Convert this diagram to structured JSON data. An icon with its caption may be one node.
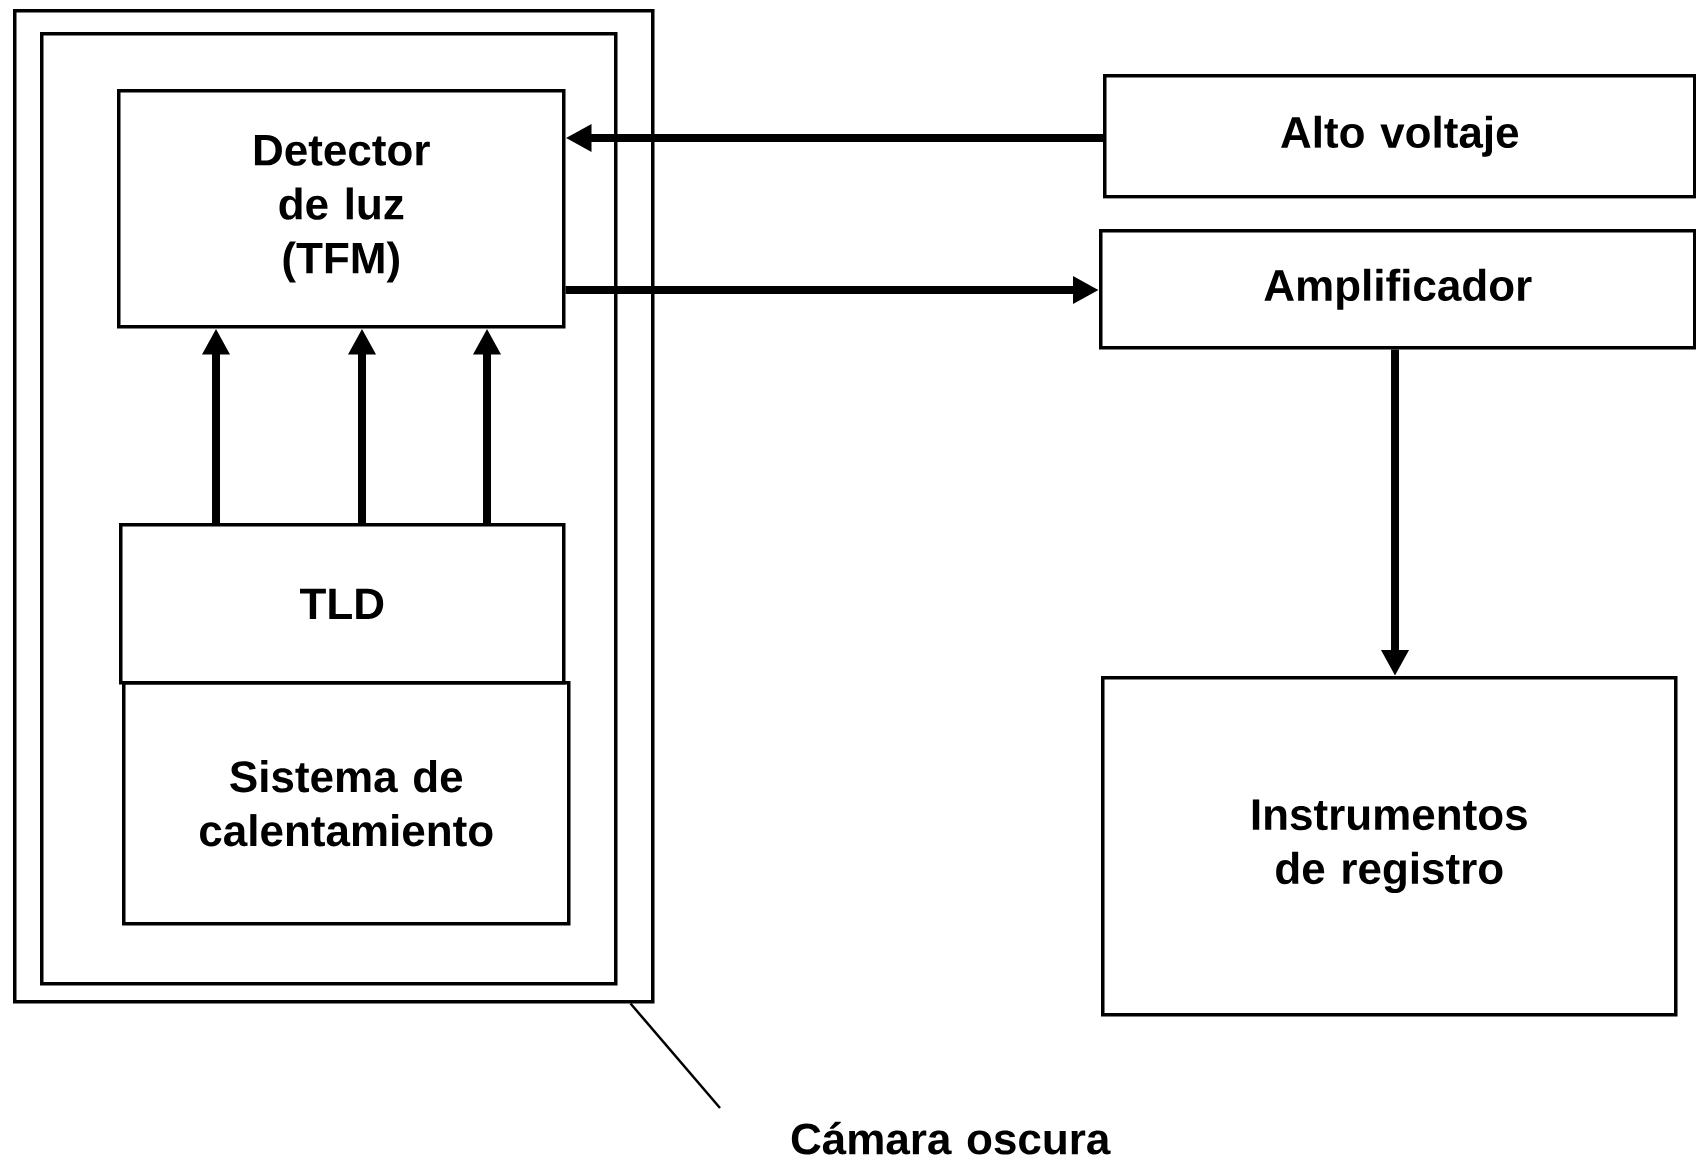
{
  "diagram": {
    "nodes": [
      {
        "text": [],
        "shape": "box"
      },
      {
        "text": [],
        "shape": "box",
        "in": 0
      },
      {
        "text": [
          "Detector de luz (TFM)"
        ],
        "in": 1
      },
      {
        "text": [
          "TLD"
        ],
        "in": 1
      },
      {
        "text": [
          "Sistema de calentamiento"
        ],
        "in": 1
      },
      {
        "text": [
          "Alto voltaje"
        ]
      },
      {
        "text": [
          "Amplificador"
        ]
      },
      {
        "text": [
          "Instrumentos de registro"
        ]
      },
      {
        "text": [
          "Cámara oscura"
        ]
      }
    ],
    "edges": [
      {
        "from": 5,
        "to": 2,
        "arrow": "to"
      },
      {
        "from": 2,
        "to": 6,
        "arrow": "to"
      },
      {
        "from": 6,
        "to": 7,
        "arrow": "to"
      },
      {
        "from": 3,
        "to": 2,
        "arrow": "to"
      },
      {
        "from": 3,
        "to": 2,
        "arrow": "to"
      },
      {
        "from": 3,
        "to": 2,
        "arrow": "to"
      },
      {
        "from": 8,
        "to": 0,
        "arrow": "none"
      }
    ]
  }
}
